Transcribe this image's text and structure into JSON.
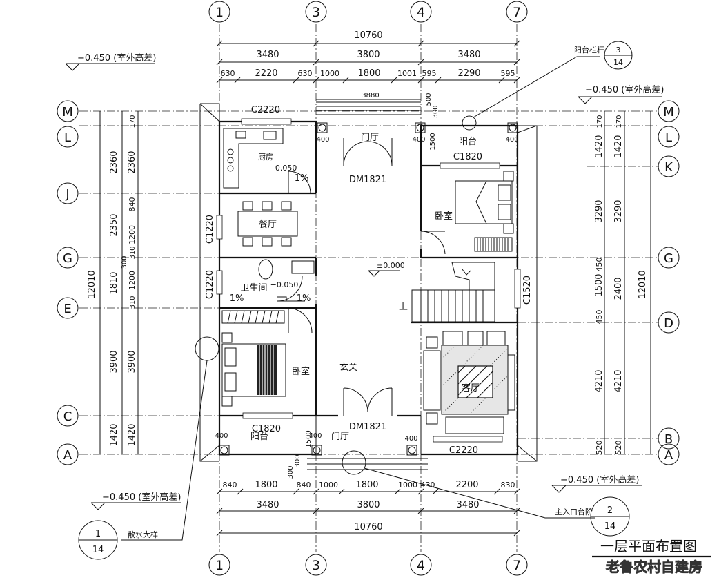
{
  "title": "一层平面布置图",
  "watermark": "老鲁农村自建房",
  "axes": {
    "top": [
      "1",
      "3",
      "4",
      "7"
    ],
    "bottom": [
      "1",
      "3",
      "4",
      "7"
    ],
    "left": [
      "M",
      "L",
      "J",
      "G",
      "E",
      "C",
      "A"
    ],
    "right": [
      "M",
      "L",
      "K",
      "G",
      "D",
      "B",
      "A"
    ]
  },
  "dims": {
    "top_total": "10760",
    "top_mid": [
      "3480",
      "3800",
      "3480"
    ],
    "top_detail": [
      "630",
      "2220",
      "630",
      "1000",
      "1800",
      "1001",
      "595",
      "2290",
      "595"
    ],
    "bottom_detail": [
      "840",
      "1800",
      "840",
      "1000",
      "1800",
      "1000",
      "430",
      "2200",
      "830"
    ],
    "bottom_mid": [
      "3480",
      "3800",
      "3480"
    ],
    "bottom_total": "10760",
    "left_outer": [
      "2360",
      "2350",
      "1810",
      "3900",
      "1420"
    ],
    "left_inner": [
      "170",
      "2360",
      "840",
      "1200",
      "310",
      "300",
      "1200",
      "310",
      "3900",
      "1420"
    ],
    "left_total": "12010",
    "right_inner": [
      "170",
      "1420",
      "3290",
      "450",
      "1500",
      "450",
      "4210",
      "520"
    ],
    "right_outer": [
      "170",
      "1420",
      "3290",
      "2400",
      "4210",
      "520"
    ],
    "right_total": "12010",
    "porch": "3880",
    "porch_offsets": [
      "500",
      "300"
    ],
    "balcony_depth": "1500",
    "post": "400",
    "step_depth": "300"
  },
  "levels": {
    "outdoor": "−0.450 (室外高差)",
    "floor": "±0.000",
    "wet": "−0.050",
    "slope": "1%"
  },
  "rooms": {
    "kitchen": "厨房",
    "dining": "餐厅",
    "bathroom": "卫生间",
    "bedroom": "卧室",
    "foyer": "玄关",
    "living": "客厅",
    "entry": "门厅",
    "balcony": "阳台",
    "stair_up": "上"
  },
  "openings": {
    "c2220": "C2220",
    "c1820": "C1820",
    "c1220": "C1220",
    "c1520": "C1520",
    "dm1821": "DM1821"
  },
  "callouts": {
    "railing": "阳台栏杆",
    "railing_num": "3",
    "railing_sheet": "14",
    "steps": "主入口台阶",
    "steps_num": "2",
    "steps_sheet": "14",
    "apron": "散水大样",
    "apron_num": "1",
    "apron_sheet": "14"
  }
}
